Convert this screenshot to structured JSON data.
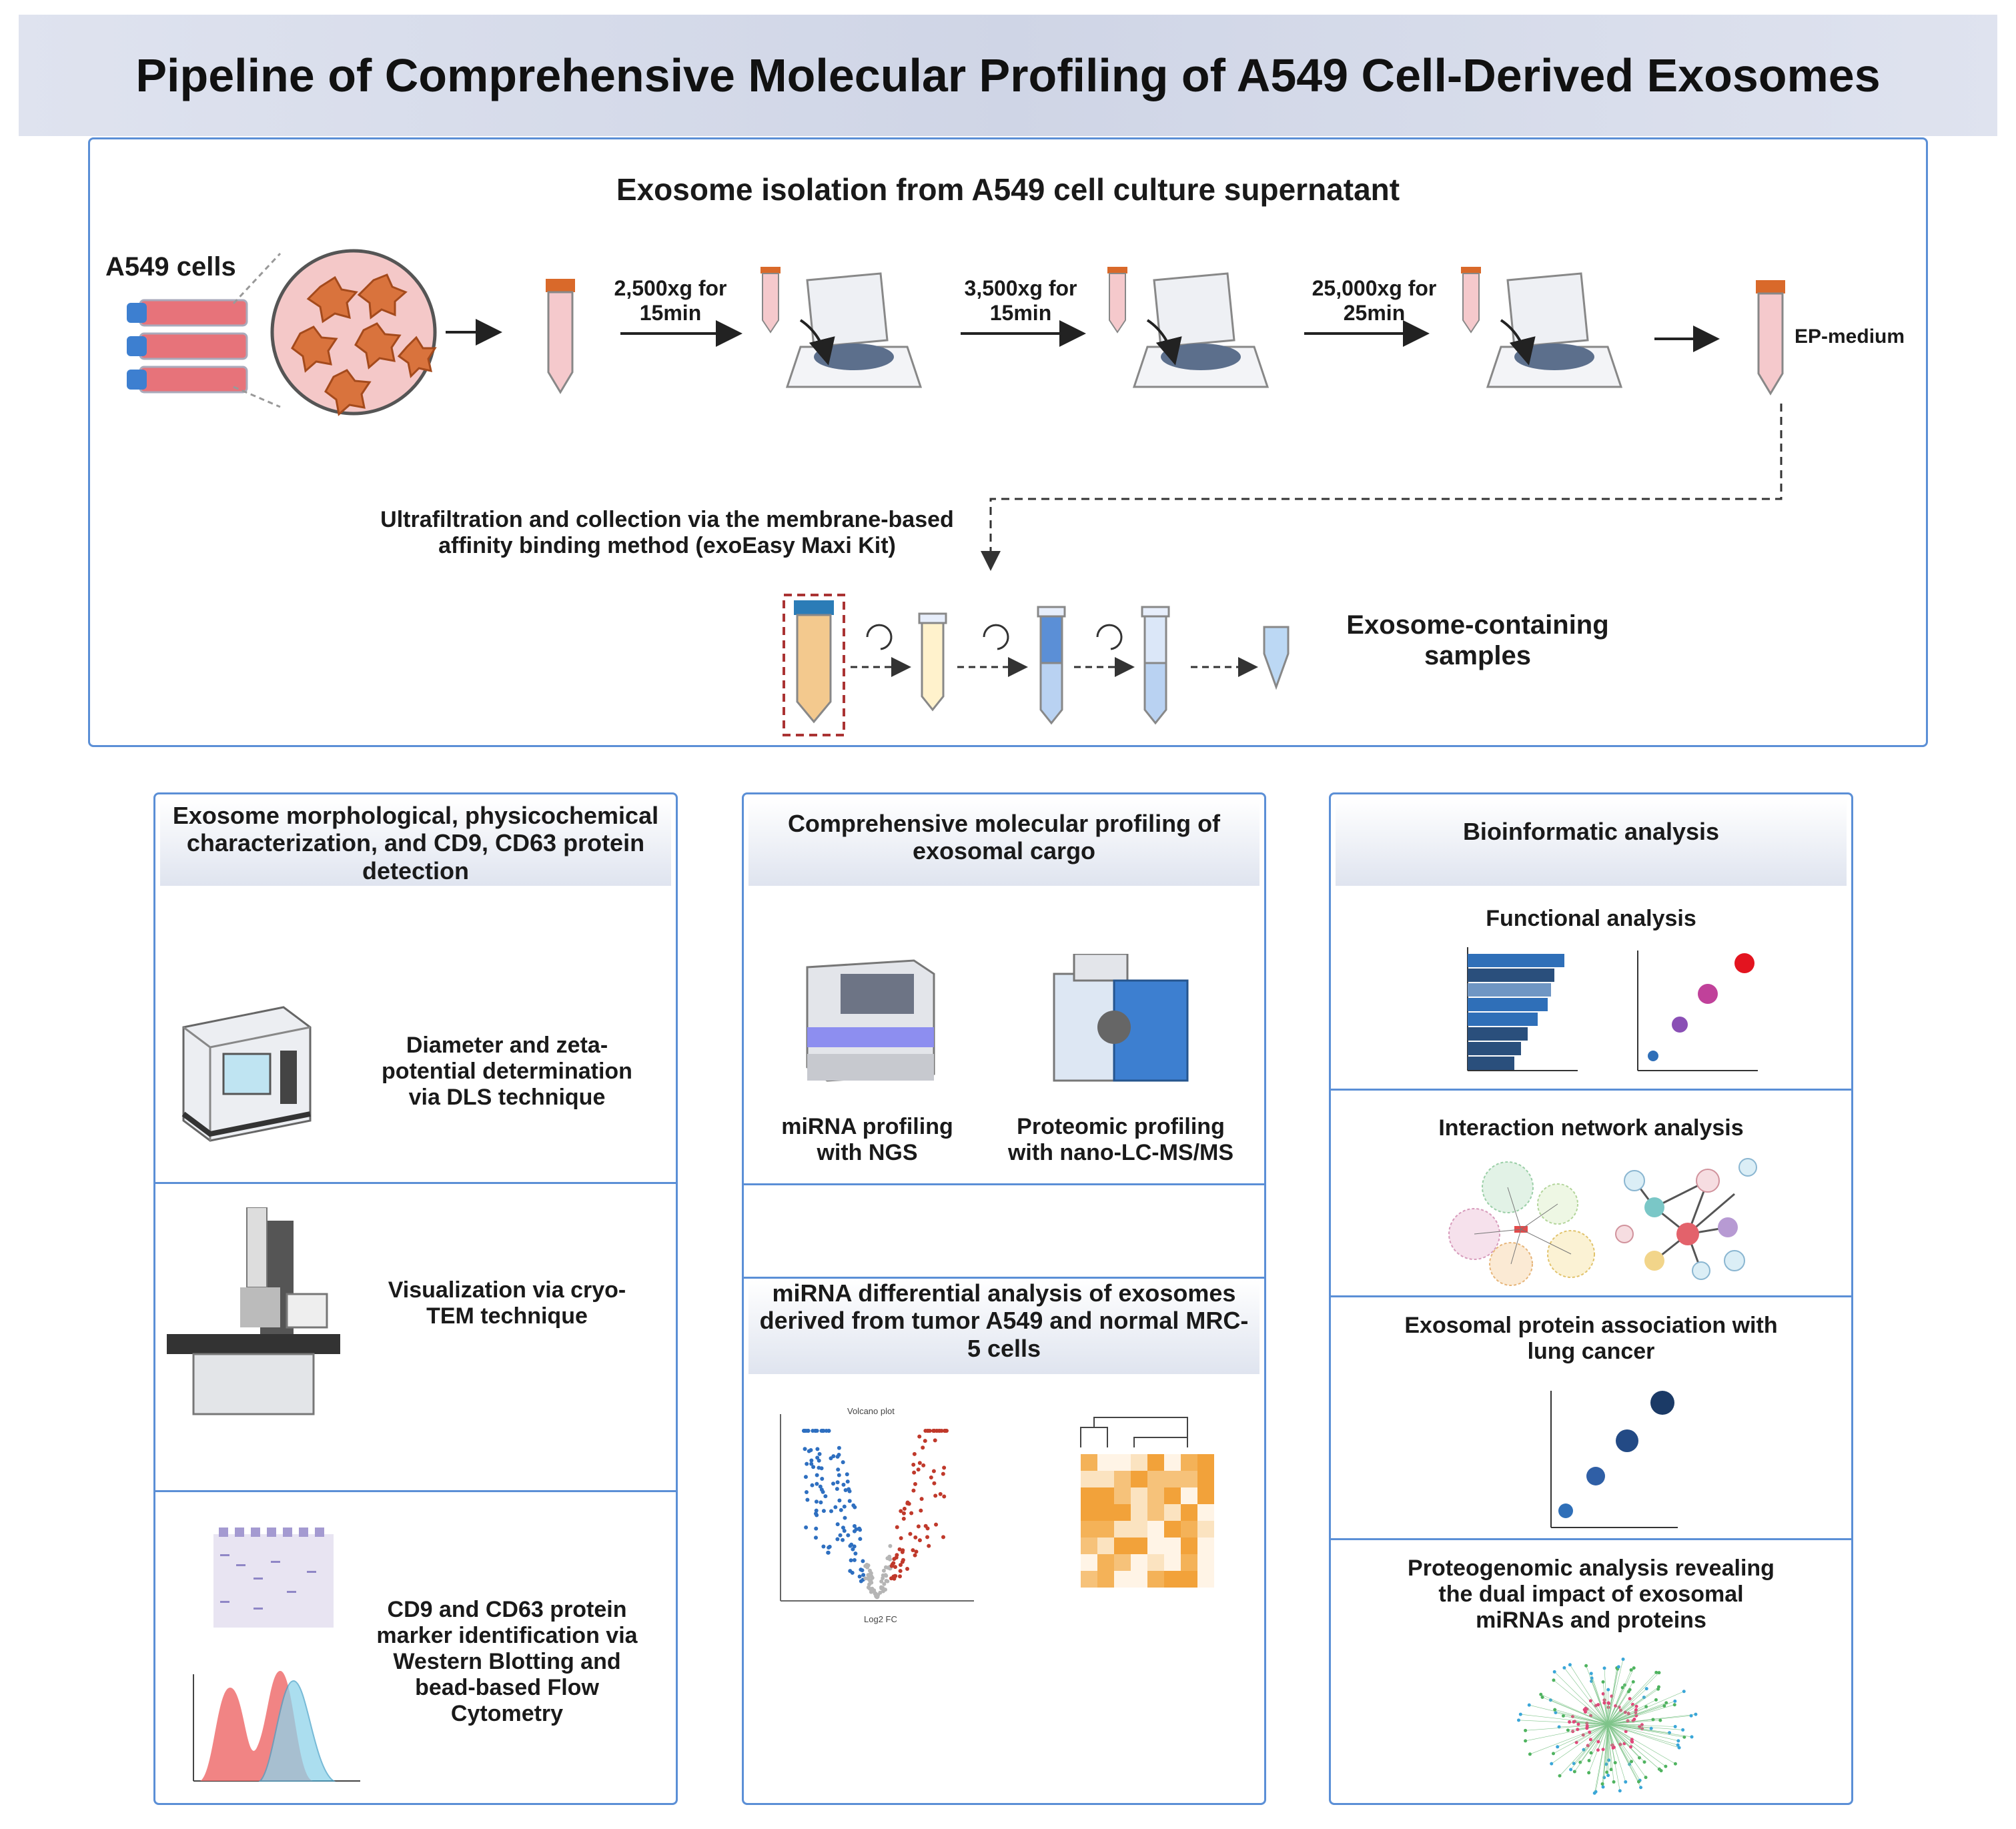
{
  "title": "Pipeline of Comprehensive Molecular Profiling of A549 Cell-Derived Exosomes",
  "isolation": {
    "heading": "Exosome isolation from A549 cell culture supernatant",
    "cells_label": "A549 cells",
    "step1": "2,500xg for 15min",
    "step2": "3,500xg for 15min",
    "step3": "25,000xg for 25min",
    "ep_medium": "EP-medium",
    "ultrafiltration": "Ultrafiltration and collection via the membrane-based affinity binding method (exoEasy Maxi Kit)",
    "exosome_samples": "Exosome-containing samples"
  },
  "characterization": {
    "heading": "Exosome morphological, physicochemical characterization, and CD9, CD63 protein detection",
    "dls": "Diameter and zeta-potential determination via DLS technique",
    "tem": "Visualization via cryo-TEM technique",
    "markers": "CD9 and CD63 protein marker identification via Western Blotting and bead-based Flow Cytometry"
  },
  "profiling": {
    "heading": "Comprehensive molecular profiling of exosomal cargo",
    "mirna": "miRNA profiling with NGS",
    "proteomic": "Proteomic profiling with nano-LC-MS/MS",
    "differential_heading": "miRNA differential analysis of exosomes derived from tumor A549 and normal MRC-5 cells",
    "volcano_title": "Volcano plot",
    "volcano_xlabel": "Log2 FC"
  },
  "bioinformatic": {
    "heading": "Bioinformatic analysis",
    "functional": "Functional analysis",
    "network": "Interaction network analysis",
    "association": "Exosomal protein association with lung cancer",
    "proteogenomic": "Proteogenomic analysis revealing the dual impact of exosomal miRNAs and proteins"
  },
  "colors": {
    "panel_border": "#5b8fd6",
    "title_band": "#d6dbe9",
    "volcano_up": "#c0392b",
    "volcano_down": "#2e6fc0",
    "heatmap": "#f2a23a"
  }
}
